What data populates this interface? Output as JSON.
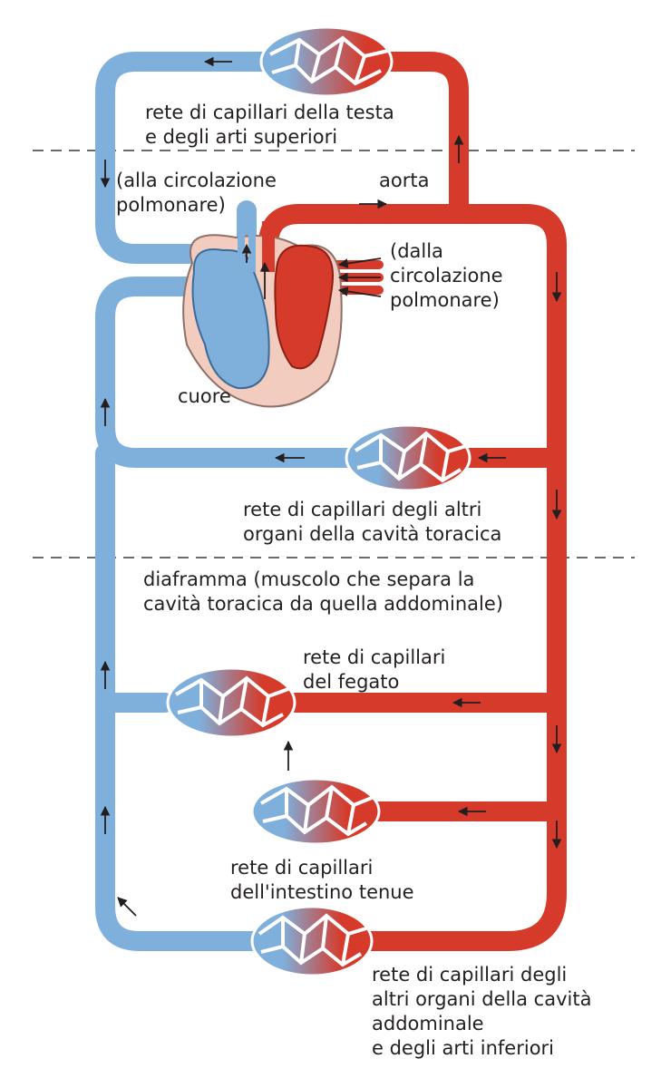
{
  "colors": {
    "blue": "#6f9fcf",
    "blue_fill": "#7fb0dc",
    "red": "#d63a2a",
    "red_dark": "#b3261a",
    "pericardium": "#f2cdbf",
    "capillary_stroke": "#ffffff",
    "text": "#231f20",
    "dash": "#3a3a3a"
  },
  "labels": {
    "head_capillaries": "rete di capillari della testa\ne degli arti superiori",
    "to_pulmonary": "(alla circolazione\npolmonare)",
    "aorta": "aorta",
    "from_pulmonary": "(dalla\ncircolazione\npolmonare)",
    "heart": "cuore",
    "thoracic_capillaries": "rete di capillari degli altri\norgani della cavità toracica",
    "diaphragm": "diaframma (muscolo che separa la\ncavità toracica da quella addominale)",
    "liver_capillaries": "rete di capillari\ndel fegato",
    "intestine_capillaries": "rete di capillari\ndell'intestino tenue",
    "abdominal_capillaries": "rete di capillari degli\naltri organi della cavità\naddominale\ne degli arti inferiori"
  },
  "icons": [
    "flow-arrow-icon"
  ]
}
